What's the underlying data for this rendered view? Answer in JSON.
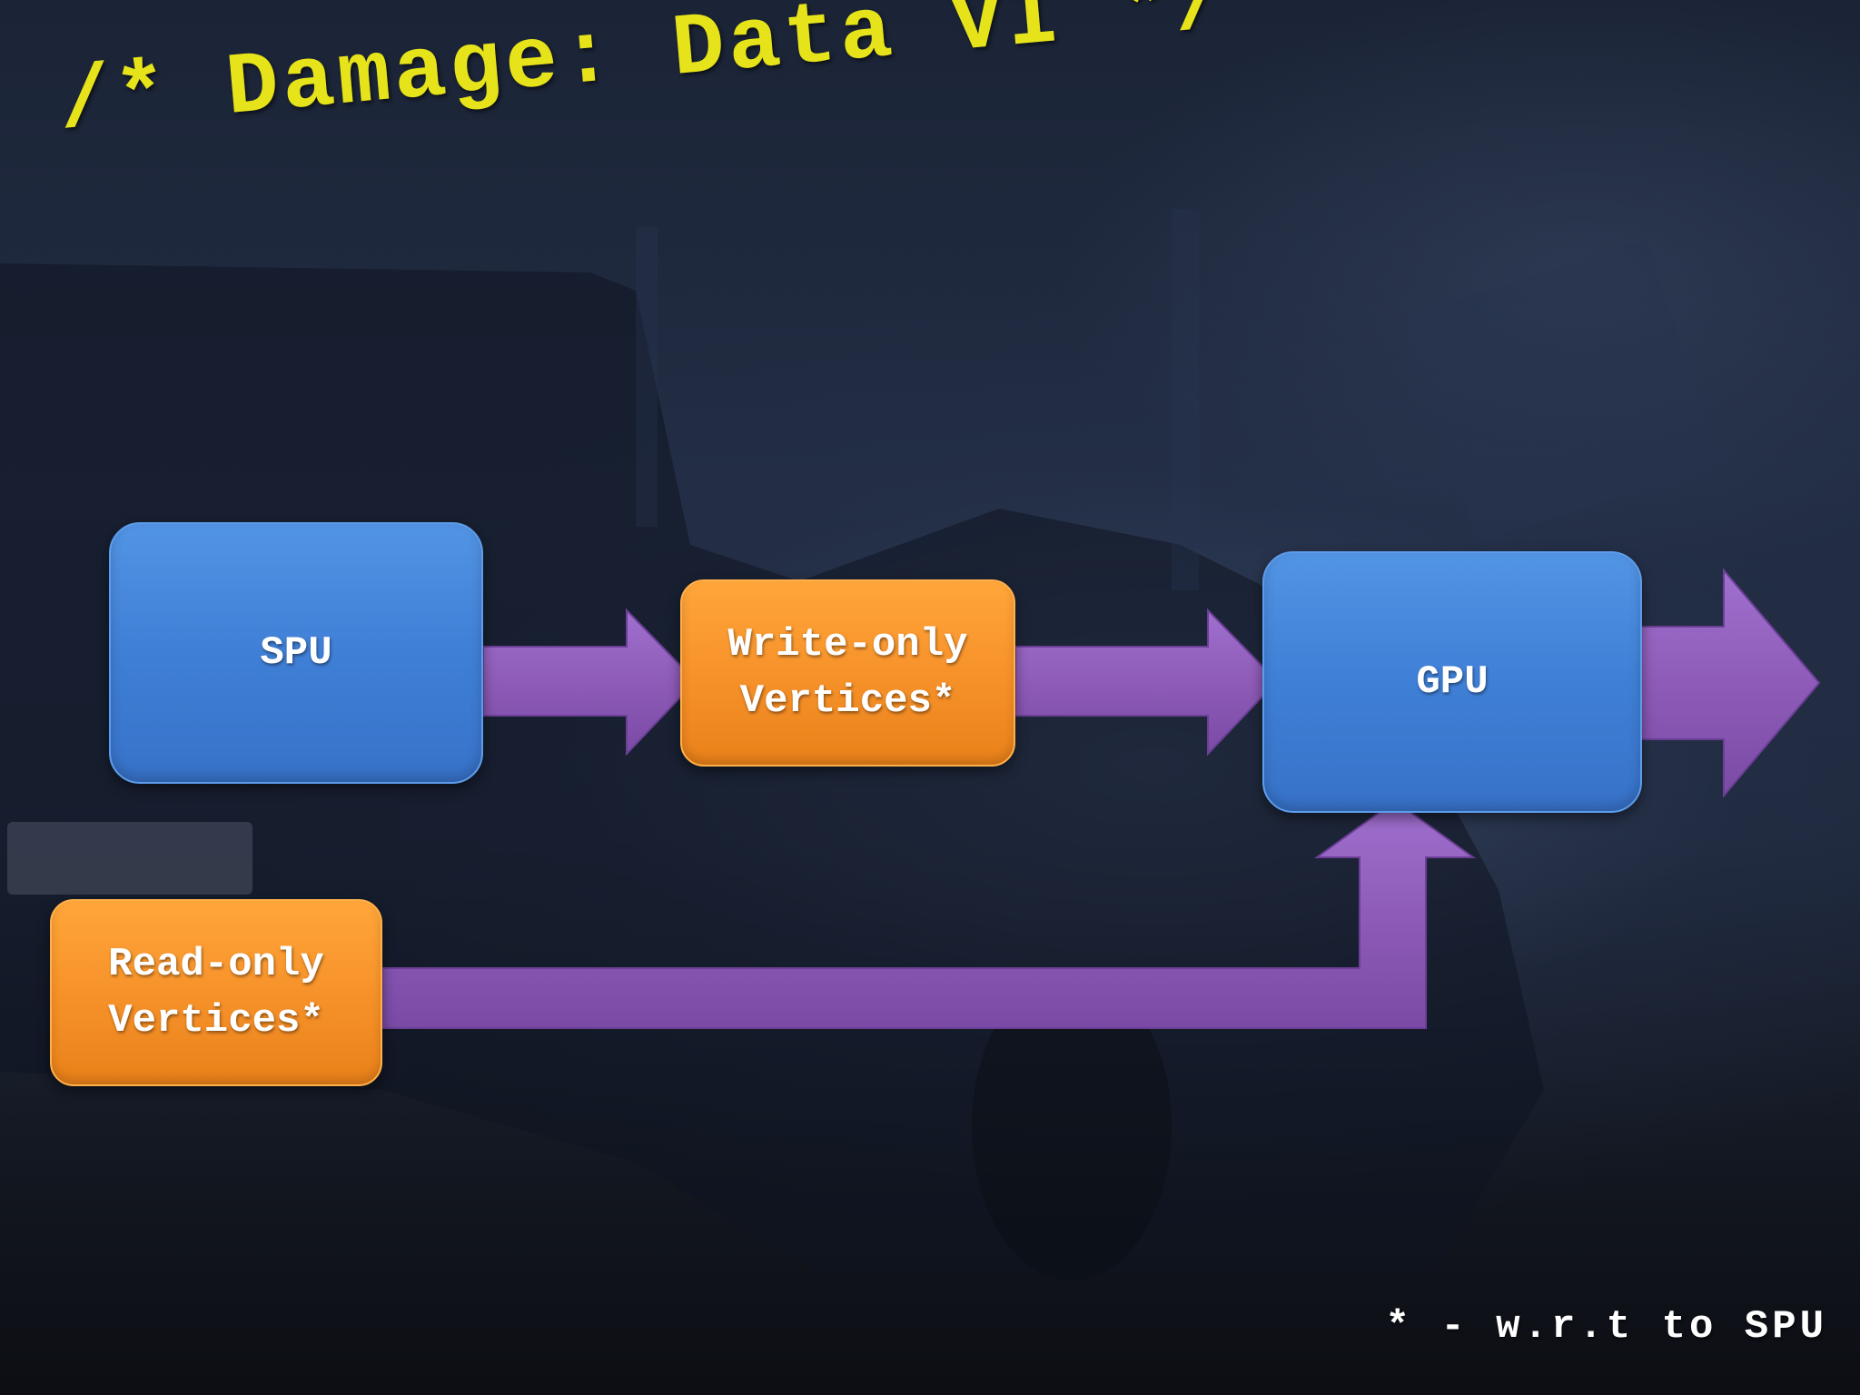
{
  "slide": {
    "title": "/* Damage: Data VI */",
    "footnote": "* - w.r.t to SPU"
  },
  "nodes": {
    "spu": "SPU",
    "write_only": "Write-only\nVertices*",
    "gpu": "GPU",
    "read_only": "Read-only\nVertices*"
  },
  "colors": {
    "title": "#e6e31a",
    "processor_box": "#4287dc",
    "vertex_box": "#f7922a",
    "arrow": "#8e5cb8"
  }
}
